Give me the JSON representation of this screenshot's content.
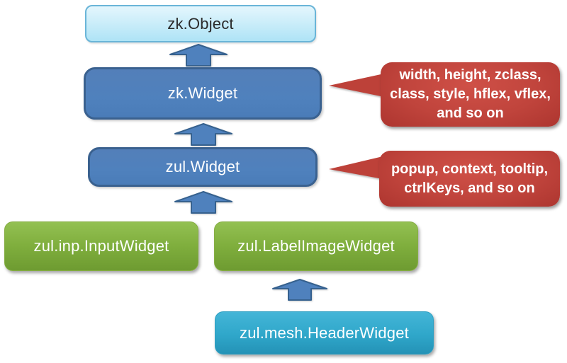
{
  "diagram": {
    "type": "class-hierarchy",
    "nodes": [
      {
        "id": "zk-object",
        "label": "zk.Object"
      },
      {
        "id": "zk-widget",
        "label": "zk.Widget"
      },
      {
        "id": "zul-widget",
        "label": "zul.Widget"
      },
      {
        "id": "zul-inp-input-widget",
        "label": "zul.inp.InputWidget"
      },
      {
        "id": "zul-label-image-widget",
        "label": "zul.LabelImageWidget"
      },
      {
        "id": "zul-mesh-header-widget",
        "label": "zul.mesh.HeaderWidget"
      }
    ],
    "edges": [
      {
        "from": "zk.Widget",
        "to": "zk.Object"
      },
      {
        "from": "zul.Widget",
        "to": "zk.Widget"
      },
      {
        "from": "zul.inp.InputWidget",
        "to": "zul.Widget"
      },
      {
        "from": "zul.LabelImageWidget",
        "to": "zul.Widget"
      },
      {
        "from": "zul.mesh.HeaderWidget",
        "to": "zul.LabelImageWidget"
      }
    ],
    "callouts": [
      {
        "target": "zk.Widget",
        "lines": [
          "width, height, zclass,",
          "class, style, hflex, vflex,",
          "and so on"
        ]
      },
      {
        "target": "zul.Widget",
        "lines": [
          "popup, context, tooltip,",
          "ctrlKeys, and so on"
        ]
      }
    ],
    "colors": {
      "root_fill": "#c7ecf9",
      "root_border": "#6ab5d8",
      "blue_fill": "#4f81bd",
      "blue_border": "#3a618f",
      "green_fill": "#7fae3d",
      "teal_fill": "#2fa7ca",
      "callout_fill": "#bd4139",
      "arrow_fill": "#4f81bd",
      "arrow_border": "#36618e",
      "background": "#ffffff"
    }
  }
}
